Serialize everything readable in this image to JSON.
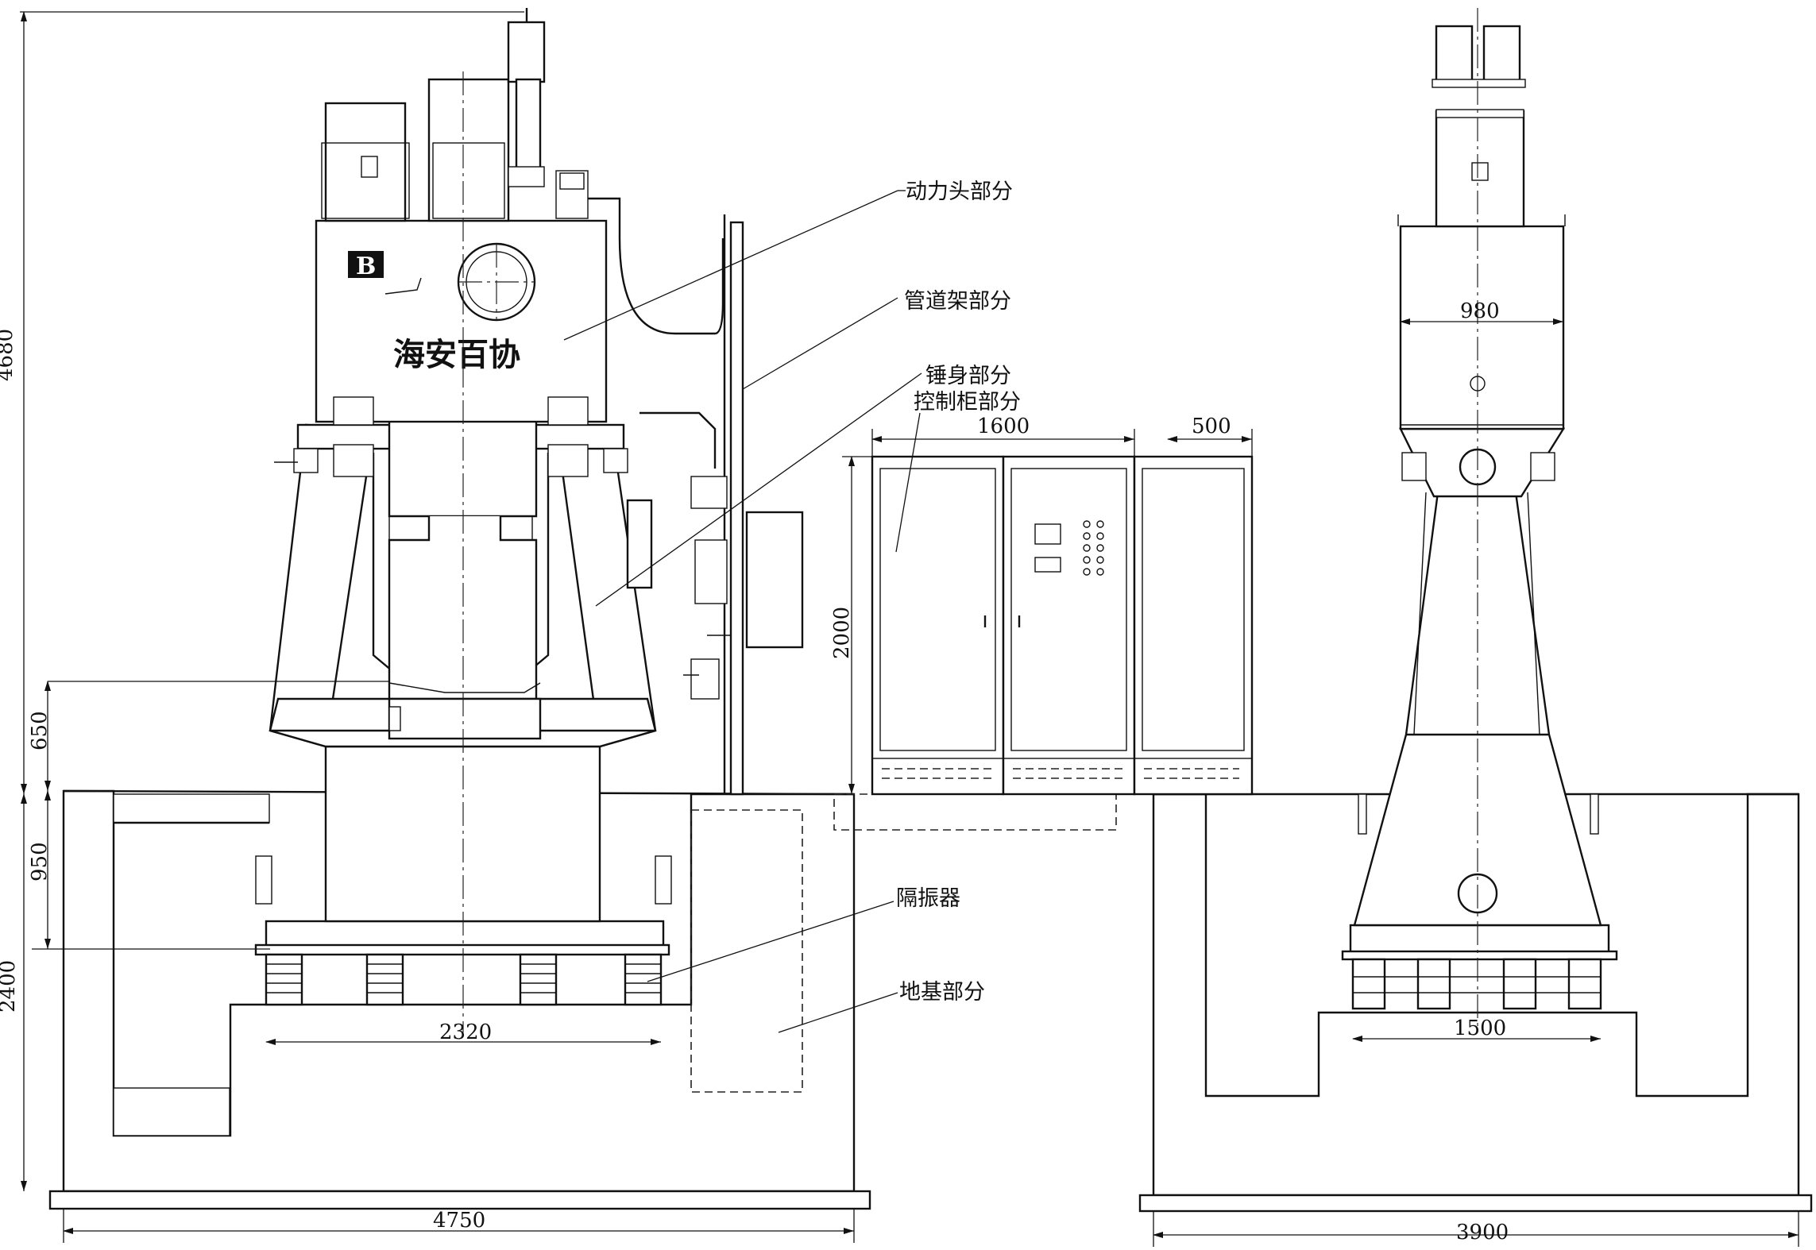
{
  "labels": {
    "power_head": "动力头部分",
    "pipe_frame": "管道架部分",
    "hammer_body": "锤身部分",
    "control_cabinet": "控制柜部分",
    "isolator": "隔振器",
    "foundation": "地基部分"
  },
  "brand_text": "海安百协",
  "logo_letter": "B",
  "dimensions": {
    "total_height": "4680",
    "d650": "650",
    "d950": "950",
    "d2400": "2400",
    "d2320": "2320",
    "d4750": "4750",
    "cabinet_width": "1600",
    "cabinet_side": "500",
    "cabinet_height": "2000",
    "side_980": "980",
    "side_1500": "1500",
    "side_3900": "3900"
  }
}
